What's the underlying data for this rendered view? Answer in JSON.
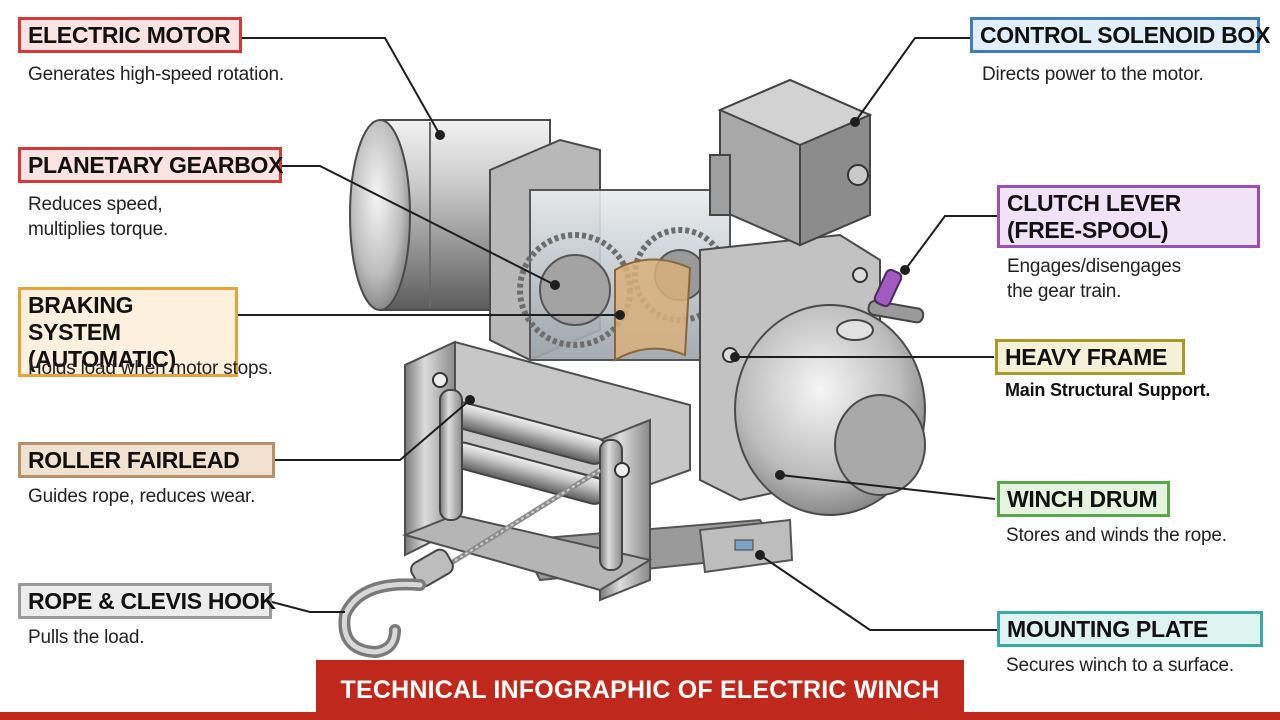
{
  "title": "TECHNICAL INFOGRAPHIC OF ELECTRIC WINCH",
  "colors": {
    "banner": "#c0281c",
    "motor_border": "#d23a3a",
    "motor_fill": "#fbe3e3",
    "gearbox_border": "#d23a3a",
    "gearbox_fill": "#fbe3e3",
    "braking_border": "#e6a23c",
    "braking_fill": "#fdf1dd",
    "fairlead_border": "#b8916a",
    "fairlead_fill": "#f1e2d0",
    "hook_border": "#9a9a9a",
    "hook_fill": "#ececec",
    "solenoid_border": "#3e7cc4",
    "solenoid_fill": "#e2eefa",
    "clutch_border": "#9b4fb5",
    "clutch_fill": "#f1e3f7",
    "frame_border": "#a99a2c",
    "frame_fill": "#f4f1d6",
    "drum_border": "#5aa64a",
    "drum_fill": "#e6f4df",
    "mounting_border": "#3ba9a3",
    "mounting_fill": "#dff3f1"
  },
  "components": {
    "electric_motor": {
      "label": "ELECTRIC MOTOR",
      "desc": "Generates high-speed rotation."
    },
    "planetary_gearbox": {
      "label": "PLANETARY GEARBOX",
      "desc": "Reduces speed,\nmultiplies torque."
    },
    "braking_system": {
      "label": "BRAKING SYSTEM\n(AUTOMATIC)",
      "desc": "Holds load when motor stops."
    },
    "roller_fairlead": {
      "label": "ROLLER FAIRLEAD",
      "desc": "Guides rope, reduces wear."
    },
    "rope_clevis_hook": {
      "label": "ROPE & CLEVIS HOOK",
      "desc": "Pulls the load."
    },
    "control_solenoid_box": {
      "label": "CONTROL SOLENOID BOX",
      "desc": "Directs power to the motor."
    },
    "clutch_lever": {
      "label": "CLUTCH LEVER\n(FREE-SPOOL)",
      "desc": "Engages/disengages\nthe gear train."
    },
    "heavy_frame": {
      "label": "HEAVY FRAME",
      "desc": "Main Structural Support."
    },
    "winch_drum": {
      "label": "WINCH DRUM",
      "desc": "Stores and winds the rope."
    },
    "mounting_plate": {
      "label": "MOUNTING PLATE",
      "desc": "Secures winch to a surface."
    }
  }
}
